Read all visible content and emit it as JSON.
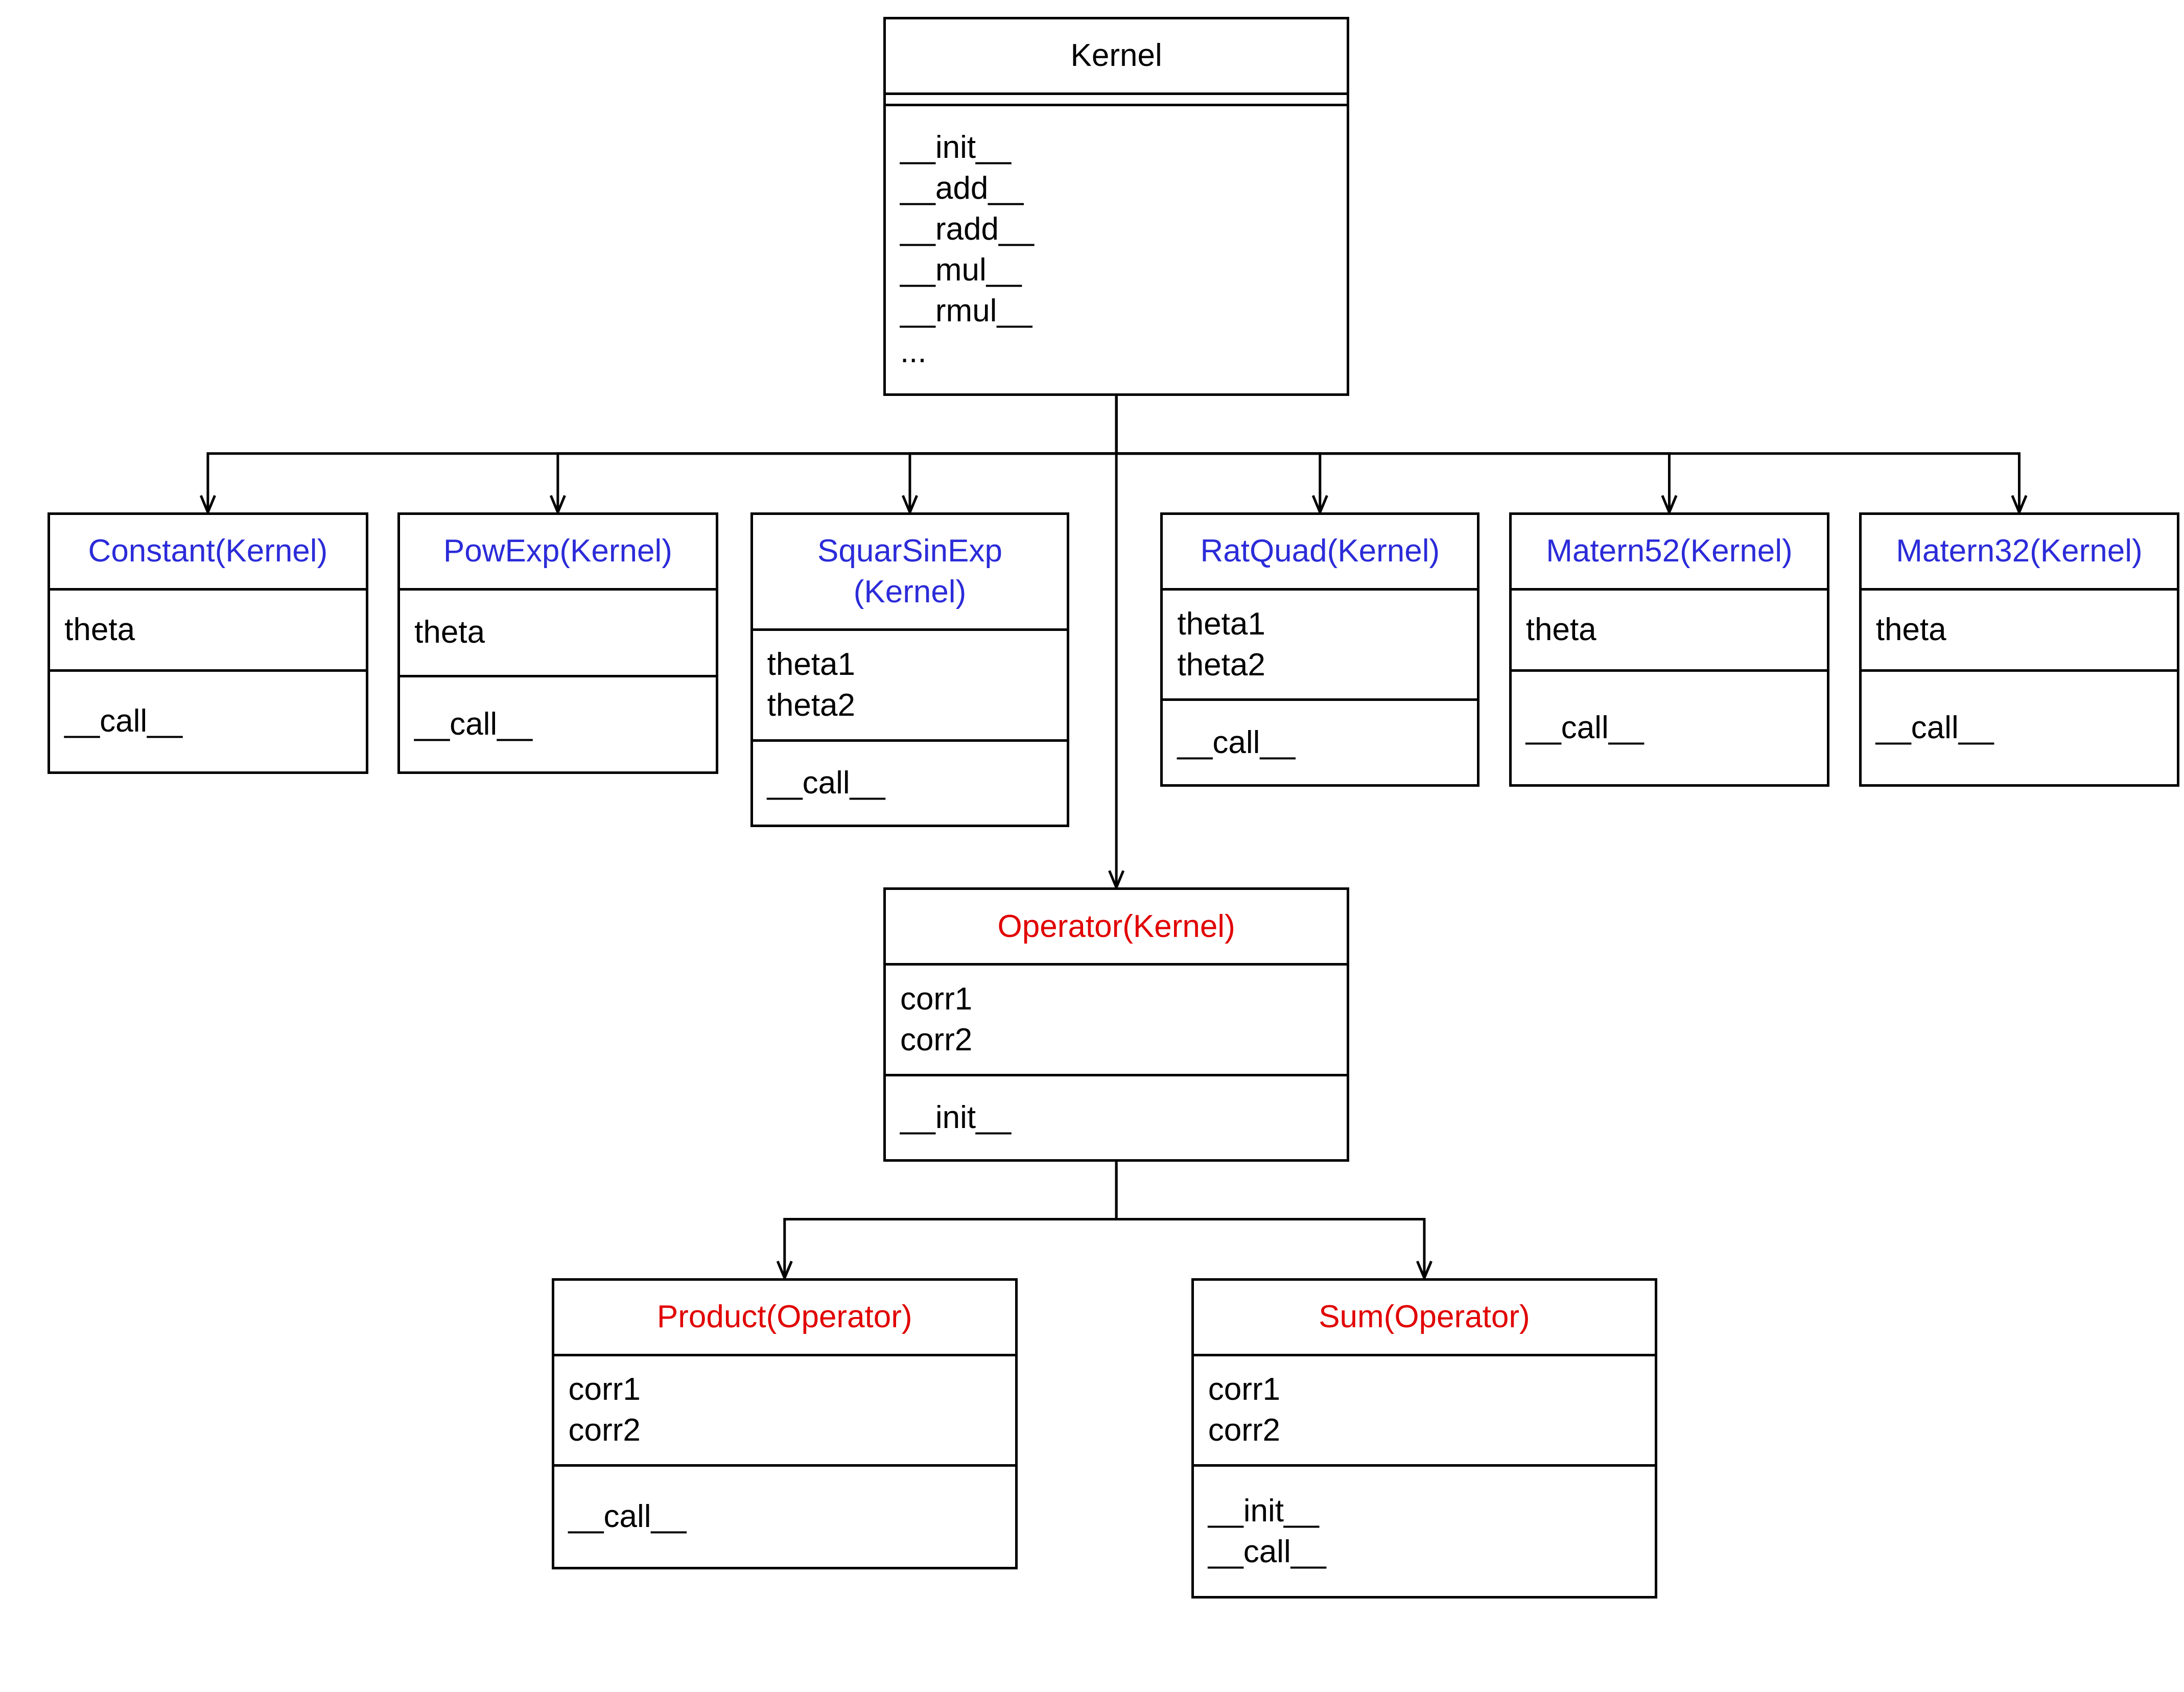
{
  "classes": [
    {
      "id": "kernel",
      "name": "Kernel",
      "color": "black",
      "attrs": [],
      "methods": [
        "__init__",
        "__add__",
        "__radd__",
        "__mul__",
        "__rmul__",
        "..."
      ]
    },
    {
      "id": "constant",
      "name": "Constant(Kernel)",
      "color": "blue",
      "attrs": [
        "theta"
      ],
      "methods": [
        "__call__"
      ]
    },
    {
      "id": "powexp",
      "name": "PowExp(Kernel)",
      "color": "blue",
      "attrs": [
        "theta"
      ],
      "methods": [
        "__call__"
      ]
    },
    {
      "id": "squarsinexp",
      "name": "SquarSinExp\n(Kernel)",
      "color": "blue",
      "attrs": [
        "theta1",
        "theta2"
      ],
      "methods": [
        "__call__"
      ]
    },
    {
      "id": "ratquad",
      "name": "RatQuad(Kernel)",
      "color": "blue",
      "attrs": [
        "theta1",
        "theta2"
      ],
      "methods": [
        "__call__"
      ]
    },
    {
      "id": "matern52",
      "name": "Matern52(Kernel)",
      "color": "blue",
      "attrs": [
        "theta"
      ],
      "methods": [
        "__call__"
      ]
    },
    {
      "id": "matern32",
      "name": "Matern32(Kernel)",
      "color": "blue",
      "attrs": [
        "theta"
      ],
      "methods": [
        "__call__"
      ]
    },
    {
      "id": "operator",
      "name": "Operator(Kernel)",
      "color": "red",
      "attrs": [
        "corr1",
        "corr2"
      ],
      "methods": [
        "__init__"
      ]
    },
    {
      "id": "product",
      "name": "Product(Operator)",
      "color": "red",
      "attrs": [
        "corr1",
        "corr2"
      ],
      "methods": [
        "__call__"
      ]
    },
    {
      "id": "sum",
      "name": "Sum(Operator)",
      "color": "red",
      "attrs": [
        "corr1",
        "corr2"
      ],
      "methods": [
        "__init__",
        "__call__"
      ]
    }
  ],
  "edges": [
    {
      "from": "kernel",
      "to": "constant"
    },
    {
      "from": "kernel",
      "to": "powexp"
    },
    {
      "from": "kernel",
      "to": "squarsinexp"
    },
    {
      "from": "kernel",
      "to": "ratquad"
    },
    {
      "from": "kernel",
      "to": "matern52"
    },
    {
      "from": "kernel",
      "to": "matern32"
    },
    {
      "from": "kernel",
      "to": "operator"
    },
    {
      "from": "operator",
      "to": "product"
    },
    {
      "from": "operator",
      "to": "sum"
    }
  ]
}
